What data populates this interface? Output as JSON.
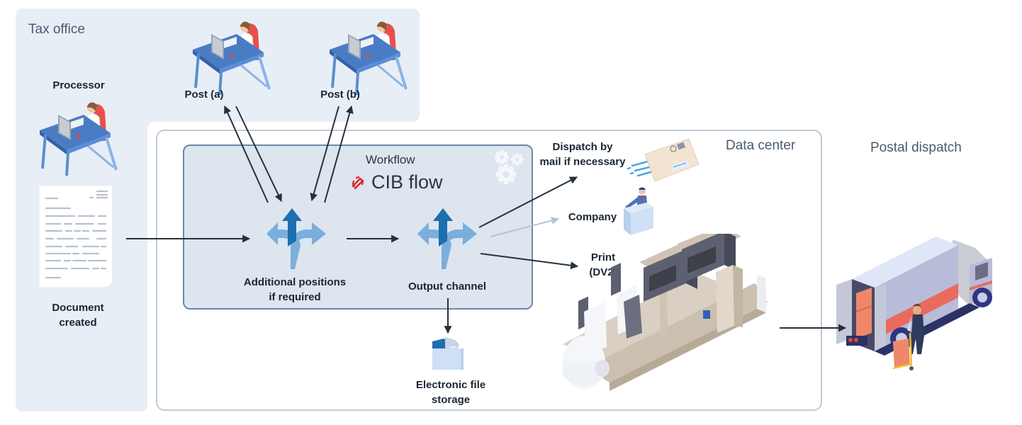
{
  "regions": {
    "tax_office": "Tax office",
    "data_center": "Data center",
    "postal_dispatch": "Postal dispatch"
  },
  "tax_office": {
    "processor_label": "Processor",
    "post_a_label": "Post (a)",
    "post_b_label": "Post (b)",
    "document_label_line1": "Document",
    "document_label_line2": "created"
  },
  "workflow": {
    "title": "Workflow",
    "product_name": "CIB flow",
    "brand_color": "#e0252b",
    "node_additional_line1": "Additional positions",
    "node_additional_line2": "if required",
    "node_output": "Output channel"
  },
  "outputs": {
    "dispatch_mail_line1": "Dispatch by",
    "dispatch_mail_line2": "mail if necessary",
    "company": "Company",
    "print_line1": "Print",
    "print_line2": "(DV2)",
    "storage_line1": "Electronic file",
    "storage_line2": "storage"
  },
  "icons": {
    "workstation": "person-at-desk-icon",
    "document": "document-icon",
    "split_arrow": "split-arrow-icon",
    "gears": "gears-icon",
    "envelope": "envelope-icon",
    "company": "person-at-counter-icon",
    "printer": "industrial-printer-icon",
    "folder": "folder-icon",
    "truck": "delivery-truck-icon"
  },
  "colors": {
    "arrow_dark": "#25313d",
    "arrow_light": "#b6c3d0",
    "split_light": "#7aaedc",
    "split_dark": "#1d6fae"
  }
}
